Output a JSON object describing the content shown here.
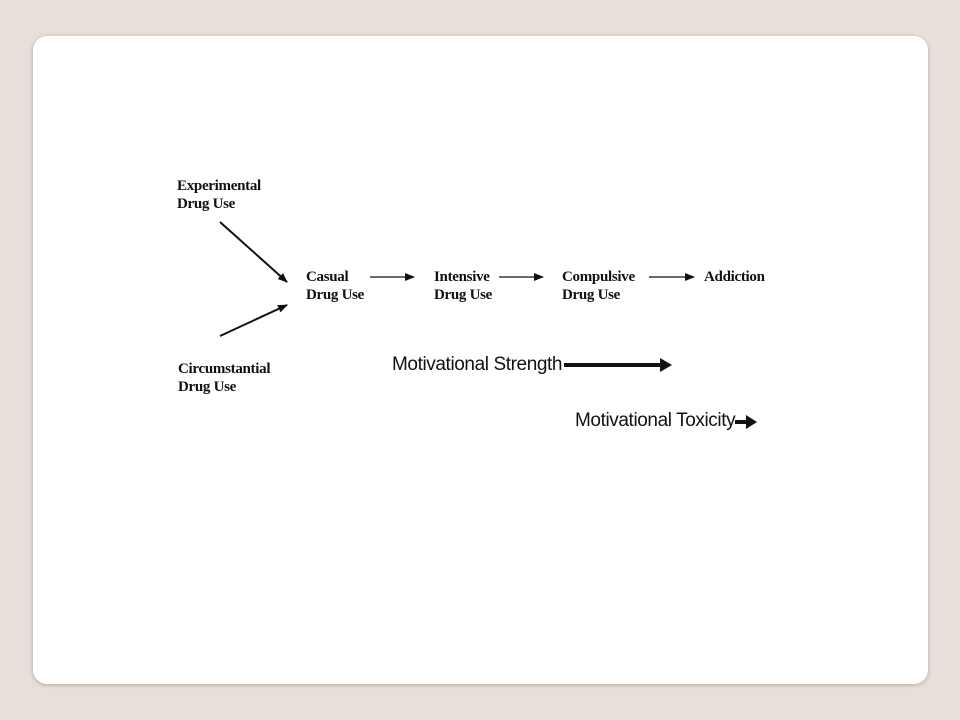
{
  "diagram": {
    "nodes": {
      "experimental": {
        "line1": "Experimental",
        "line2": "Drug Use"
      },
      "circumstantial": {
        "line1": "Circumstantial",
        "line2": "Drug Use"
      },
      "casual": {
        "line1": "Casual",
        "line2": "Drug Use"
      },
      "intensive": {
        "line1": "Intensive",
        "line2": "Drug Use"
      },
      "compulsive": {
        "line1": "Compulsive",
        "line2": "Drug Use"
      },
      "addiction": {
        "line1": "Addiction"
      }
    },
    "edges": [
      {
        "from": "experimental",
        "to": "casual"
      },
      {
        "from": "circumstantial",
        "to": "casual"
      },
      {
        "from": "casual",
        "to": "intensive"
      },
      {
        "from": "intensive",
        "to": "compulsive"
      },
      {
        "from": "compulsive",
        "to": "addiction"
      }
    ],
    "legend": {
      "strength": "Motivational Strength",
      "toxicity": "Motivational Toxicity"
    }
  }
}
